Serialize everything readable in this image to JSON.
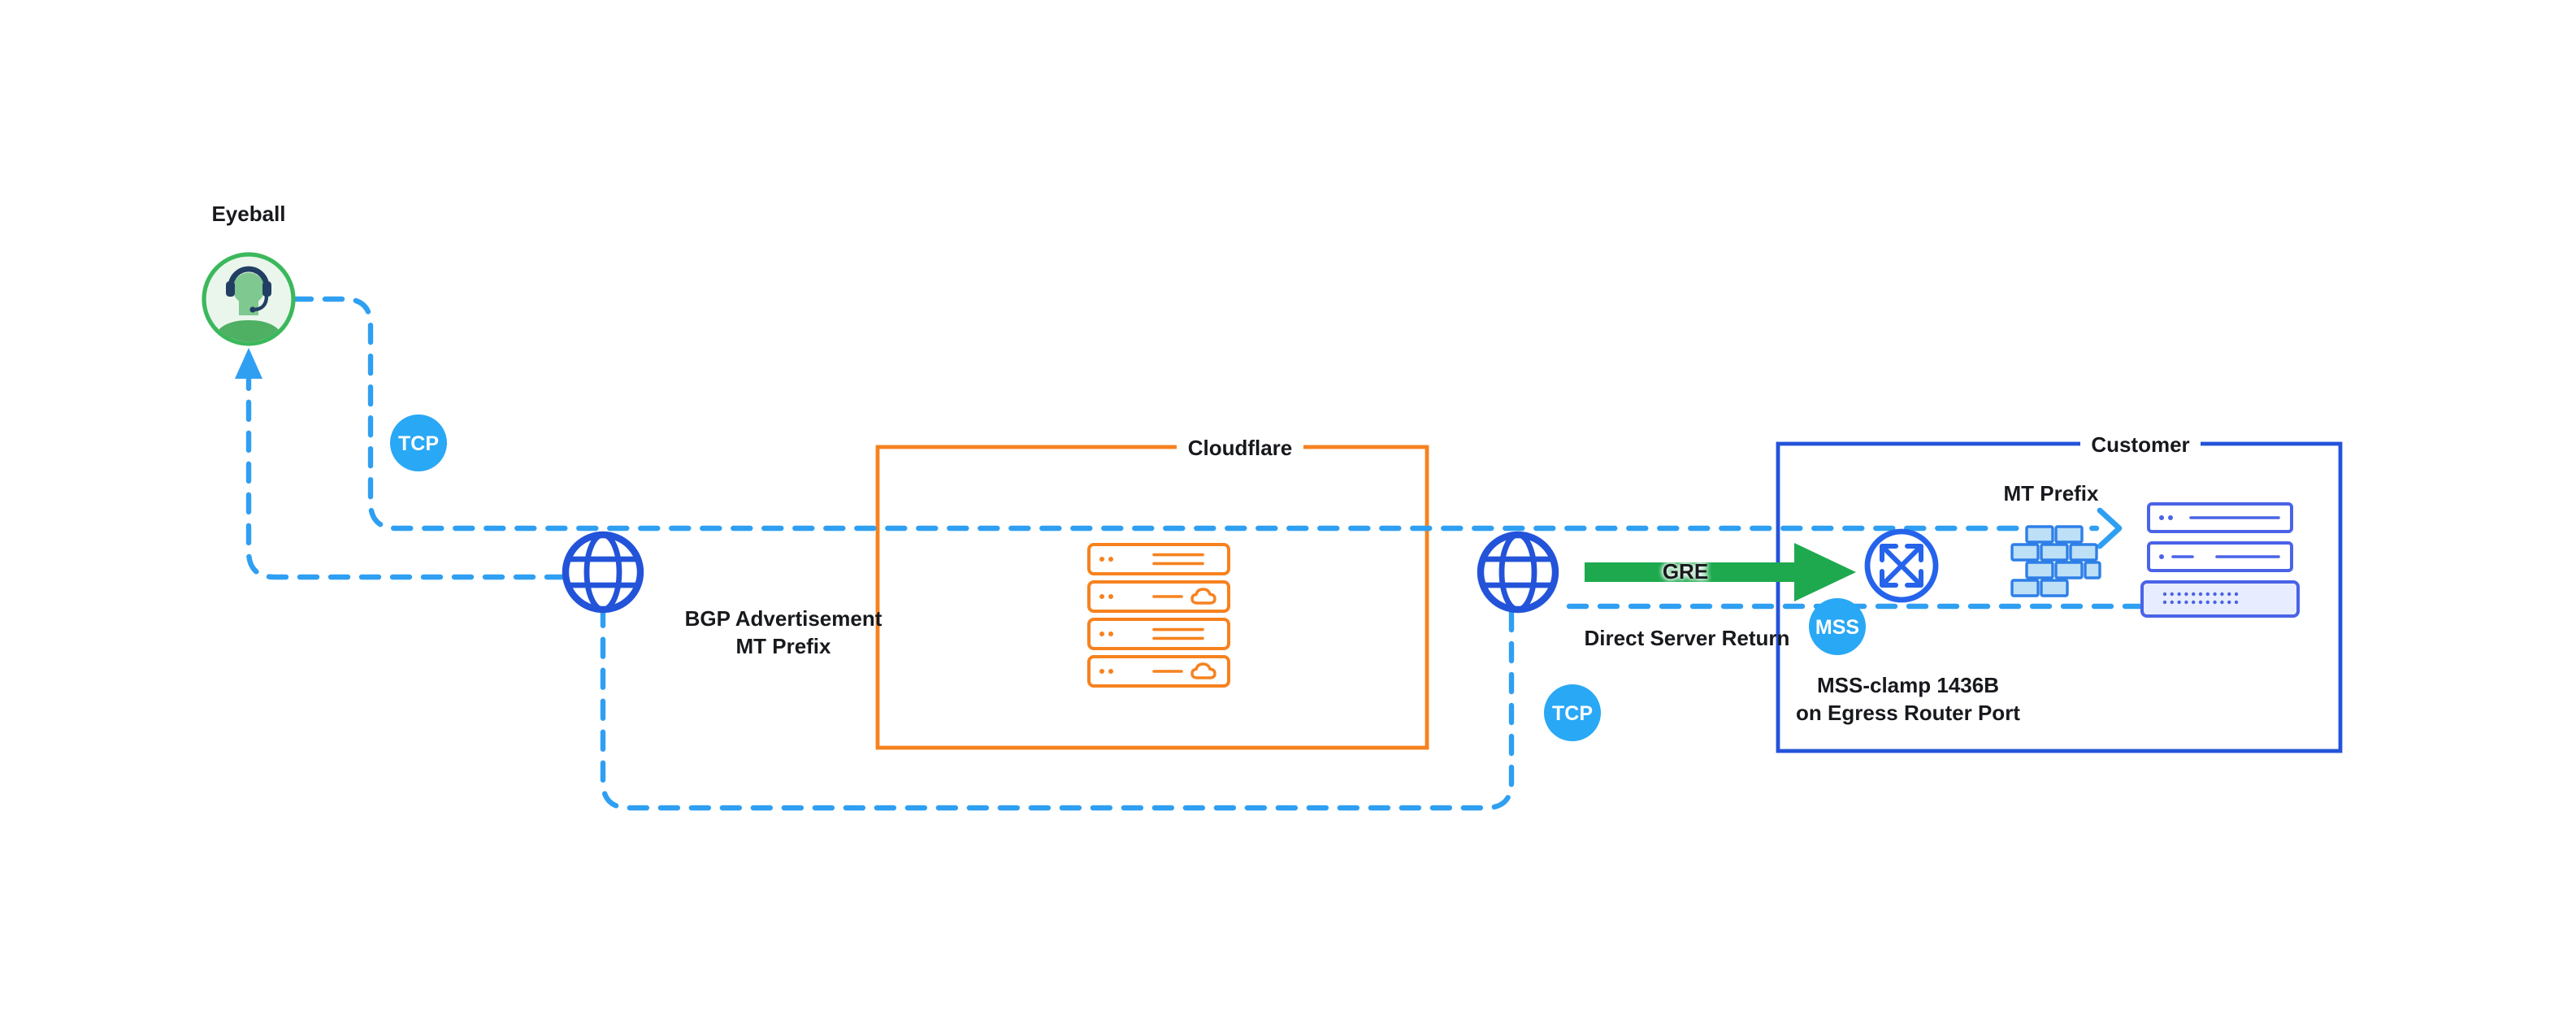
{
  "diagram": {
    "eyeball": {
      "label": "Eyeball"
    },
    "badges": {
      "tcp_upper": "TCP",
      "tcp_lower": "TCP",
      "mss": "MSS"
    },
    "cloudflare_box": {
      "label": "Cloudflare"
    },
    "customer_box": {
      "label": "Customer"
    },
    "annotations": {
      "bgp_line1": "BGP Advertisement",
      "bgp_line2": "MT Prefix",
      "gre": "GRE",
      "direct_server_return": "Direct Server Return",
      "customer_mt_prefix": "MT Prefix",
      "mss_clamp_line1": "MSS-clamp 1436B",
      "mss_clamp_line2": "on Egress Router Port"
    },
    "icons": {
      "eyeball": "person-headset-icon",
      "internet_left": "globe-icon",
      "internet_right": "globe-icon",
      "cloudflare_servers": "server-stack-icon",
      "customer_router": "router-icon",
      "customer_firewall": "firewall-icon",
      "customer_servers": "server-stack-icon"
    },
    "colors": {
      "flow_line_blue": "#2F9FF2",
      "badge_blue": "#29A8F5",
      "globe_blue": "#2353D9",
      "customer_blue": "#4A63E7",
      "router_blue": "#2563EB",
      "cloudflare_orange": "#F6821F",
      "gre_green": "#1EA94E",
      "eyeball_green": "#3CB85C",
      "text_dark": "#17191D"
    }
  }
}
